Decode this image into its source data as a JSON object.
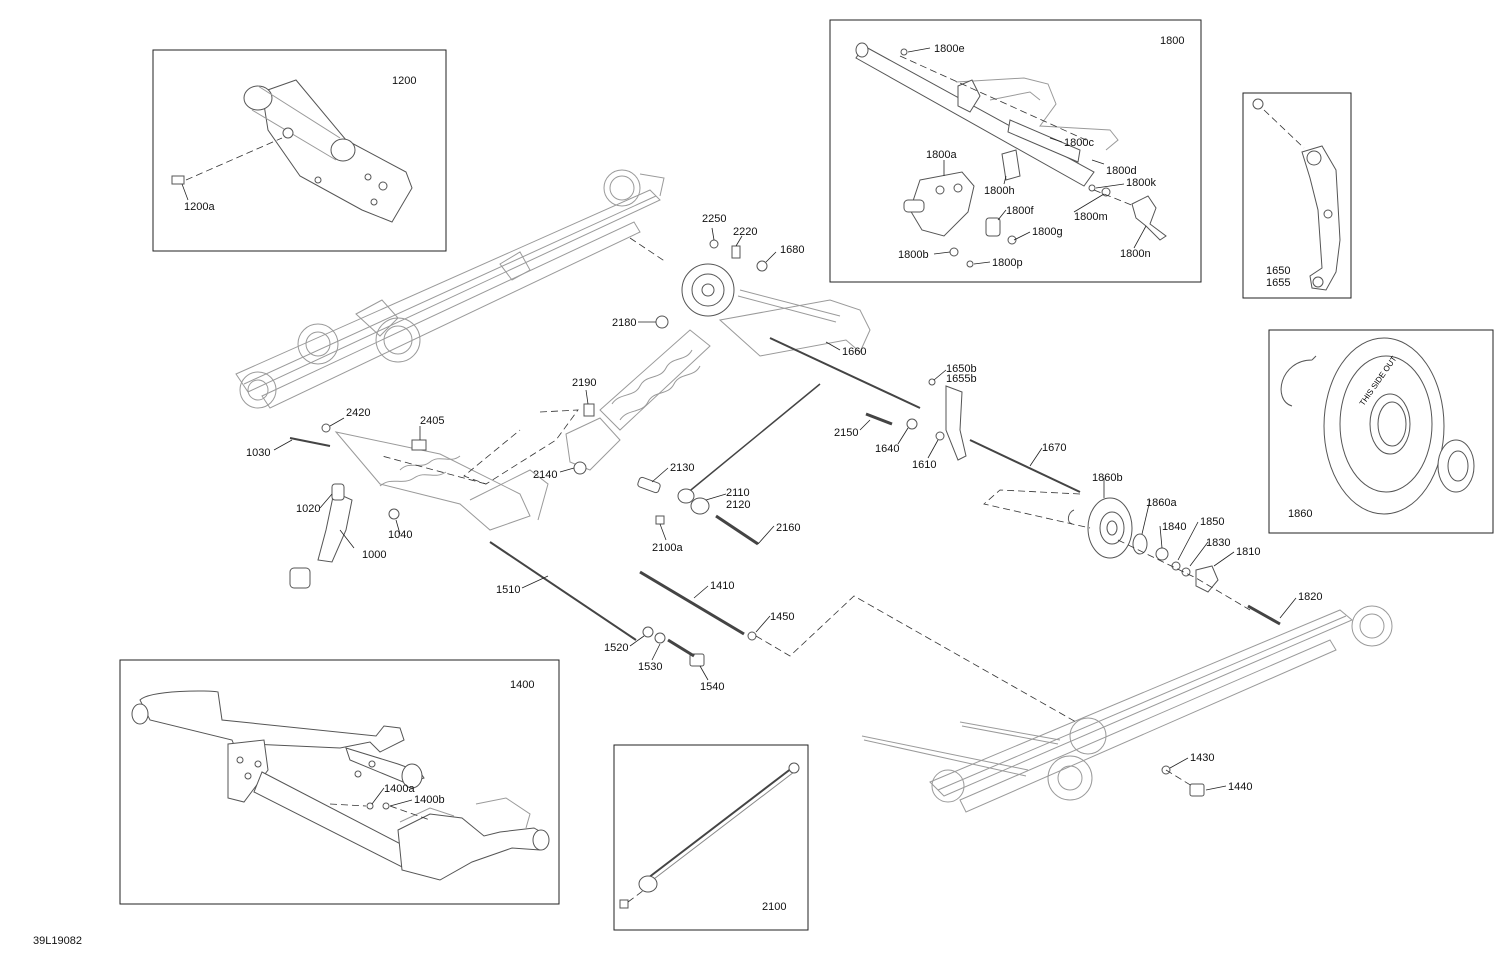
{
  "diagram_code": "39L19082",
  "insets": {
    "i1200": {
      "title": "1200",
      "labels": [
        "1200a"
      ]
    },
    "i1800": {
      "title": "1800",
      "labels": [
        "1800e",
        "1800c",
        "1800d",
        "1800k",
        "1800a",
        "1800h",
        "1800m",
        "1800f",
        "1800g",
        "1800n",
        "1800b",
        "1800p"
      ]
    },
    "i1650": {
      "title": "1650",
      "subtitle": "1655"
    },
    "i1860": {
      "title": "1860",
      "rim_text": "THIS SIDE OUT"
    },
    "i1400": {
      "title": "1400",
      "labels": [
        "1400a",
        "1400b"
      ]
    },
    "i2100": {
      "title": "2100"
    }
  },
  "callouts": [
    "2250",
    "2220",
    "1680",
    "2180",
    "1660",
    "1650b",
    "1655b",
    "2190",
    "2420",
    "2405",
    "1030",
    "2150",
    "1640",
    "1610",
    "1670",
    "2140",
    "2130",
    "2110",
    "2120",
    "1860b",
    "1860a",
    "1840",
    "1850",
    "1830",
    "1810",
    "1020",
    "1040",
    "1000",
    "2160",
    "2100a",
    "1510",
    "1410",
    "1450",
    "1520",
    "1530",
    "1540",
    "1820",
    "1430",
    "1440"
  ]
}
